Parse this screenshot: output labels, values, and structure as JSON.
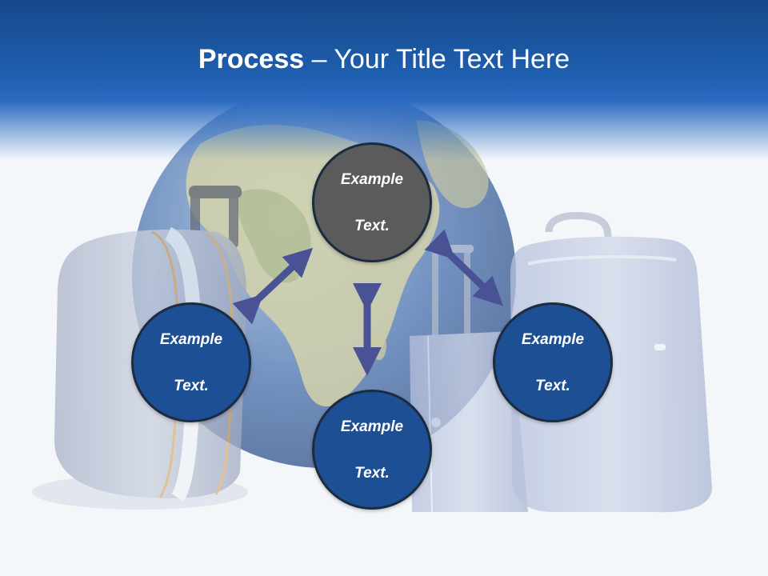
{
  "slide": {
    "title_bold": "Process",
    "title_rest": " – Your Title Text Here"
  },
  "nodes": {
    "top": {
      "line1": "Example",
      "line2": "Text."
    },
    "left": {
      "line1": "Example",
      "line2": "Text."
    },
    "right": {
      "line1": "Example",
      "line2": "Text."
    },
    "bottom": {
      "line1": "Example",
      "line2": "Text."
    }
  },
  "colors": {
    "header_blue": "#1e5fb0",
    "node_gray": "#5b5b5b",
    "node_blue": "#1d4f94",
    "arrow": "#4a5296"
  },
  "icons": [
    "globe-image",
    "suitcase-image",
    "double-arrow-icon"
  ]
}
